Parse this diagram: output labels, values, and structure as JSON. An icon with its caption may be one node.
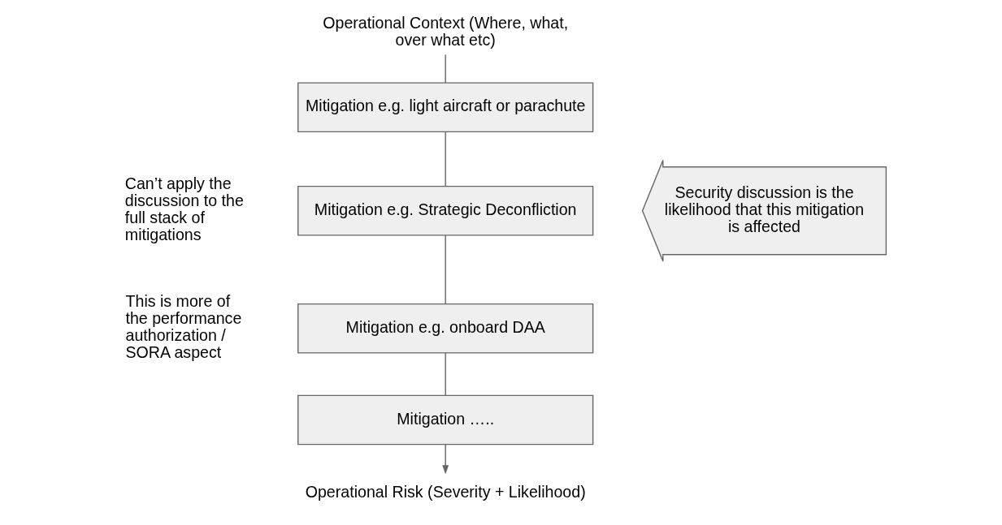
{
  "diagram": {
    "nodes": [
      {
        "text": [
          "Operational Context (Where, what, over what etc)"
        ]
      },
      {
        "text": [
          "Mitigation e.g. light aircraft or parachute"
        ]
      },
      {
        "text": [
          "Mitigation e.g. Strategic Deconfliction"
        ]
      },
      {
        "text": [
          "Mitigation e.g. onboard DAA"
        ]
      },
      {
        "text": [
          "Mitigation ….."
        ]
      },
      {
        "text": [
          "Operational Risk (Severity + Likelihood)"
        ]
      },
      {
        "text": [
          "Security discussion is the likelihood that this mitigation is affected"
        ]
      }
    ],
    "edges": [
      {
        "from": 0,
        "to": 1,
        "arrow": "none"
      },
      {
        "from": 1,
        "to": 2,
        "arrow": "none"
      },
      {
        "from": 2,
        "to": 3,
        "arrow": "none"
      },
      {
        "from": 3,
        "to": 4,
        "arrow": "none"
      },
      {
        "from": 4,
        "to": 5,
        "arrow": "to"
      }
    ],
    "labels": [
      "Can’t apply the discussion to the full stack of mitigations",
      "This is more of the performance authorization / SORA aspect"
    ]
  }
}
